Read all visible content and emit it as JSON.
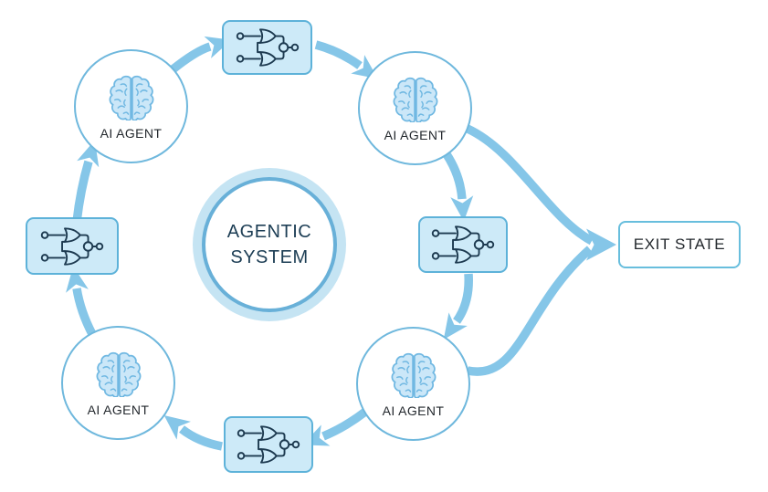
{
  "diagram": {
    "title": "Agentic system loop diagram",
    "center": {
      "line1": "AGENTIC",
      "line2": "SYSTEM"
    },
    "agents": [
      {
        "id": "top-left",
        "label": "AI AGENT",
        "icon": "brain-icon"
      },
      {
        "id": "top-right",
        "label": "AI AGENT",
        "icon": "brain-icon"
      },
      {
        "id": "bottom-left",
        "label": "AI AGENT",
        "icon": "brain-icon"
      },
      {
        "id": "bottom-right",
        "label": "AI AGENT",
        "icon": "brain-icon"
      }
    ],
    "gates": [
      {
        "id": "top",
        "icon": "logic-gate-icon"
      },
      {
        "id": "left",
        "icon": "logic-gate-icon"
      },
      {
        "id": "right",
        "icon": "logic-gate-icon"
      },
      {
        "id": "bottom",
        "icon": "logic-gate-icon"
      }
    ],
    "exit": {
      "label": "EXIT STATE"
    },
    "flow": [
      "agent-top-left -> gate-top",
      "gate-top -> agent-top-right",
      "agent-top-right -> gate-right",
      "gate-right -> agent-bottom-right",
      "agent-bottom-right -> gate-bottom",
      "gate-bottom -> agent-bottom-left",
      "agent-bottom-left -> gate-left",
      "gate-left -> agent-top-left",
      "agent-top-right -> exit-state",
      "agent-bottom-right -> exit-state"
    ]
  },
  "colors": {
    "arrow": "#85c6e8",
    "node_border": "#6fb8dd",
    "gate_fill": "#cdeaf8",
    "gate_border": "#5db2d9",
    "gate_icon_stroke": "#1d3a50",
    "brain_fill": "#cbe7f8",
    "brain_stroke": "#70b8e2",
    "center_outer_ring": "#c5e4f3",
    "center_inner_ring": "#68b0d8",
    "label_dark": "#23282d",
    "center_text": "#1d3e55",
    "exit_border": "#68bedd"
  }
}
